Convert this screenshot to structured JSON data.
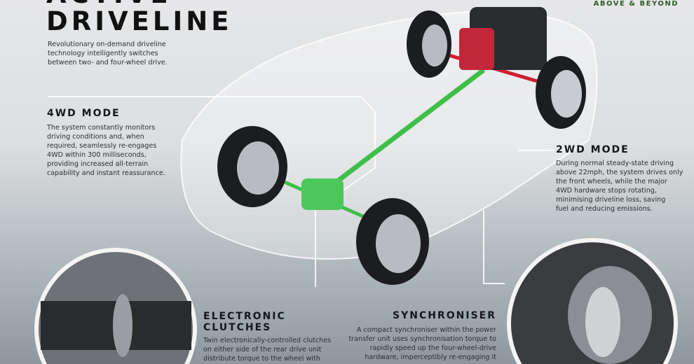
{
  "brand": {
    "tagline": "ABOVE & BEYOND"
  },
  "header": {
    "title_line1": "ACTIVE",
    "title_line2": "DRIVELINE",
    "intro": [
      "Revolutionary on-demand driveline",
      "technology intelligently switches",
      "between two- and four-wheel drive."
    ]
  },
  "sections": {
    "mode_4wd": {
      "title": "4WD MODE",
      "body": [
        "The system constantly monitors",
        "driving conditions and, when",
        "required, seamlessly re-engages",
        "4WD within 300 milliseconds,",
        "providing increased all-terrain",
        "capability and instant reassurance."
      ]
    },
    "mode_2wd": {
      "title": "2WD MODE",
      "body": [
        "During normal steady-state driving",
        "above 22mph, the system drives only",
        "the front wheels, while the major",
        "4WD hardware stops rotating,",
        "minimising driveline loss, saving",
        "fuel and reducing emissions."
      ]
    },
    "clutches": {
      "title": [
        "ELECTRONIC",
        "CLUTCHES"
      ],
      "body": [
        "Twin electronically-controlled clutches",
        "on either side of the rear drive unit",
        "distribute torque to the wheel with"
      ]
    },
    "synchroniser": {
      "title": "SYNCHRONISER",
      "body": [
        "A compact synchroniser within the power",
        "transfer unit uses synchronisation torque to",
        "rapidly speed up the four-wheel-drive",
        "hardware, imperceptibly re-engaging it"
      ]
    }
  },
  "colors": {
    "driveline": "#3fbf4a",
    "engine_axle": "#d02030",
    "brand": "#2e5e2b"
  }
}
